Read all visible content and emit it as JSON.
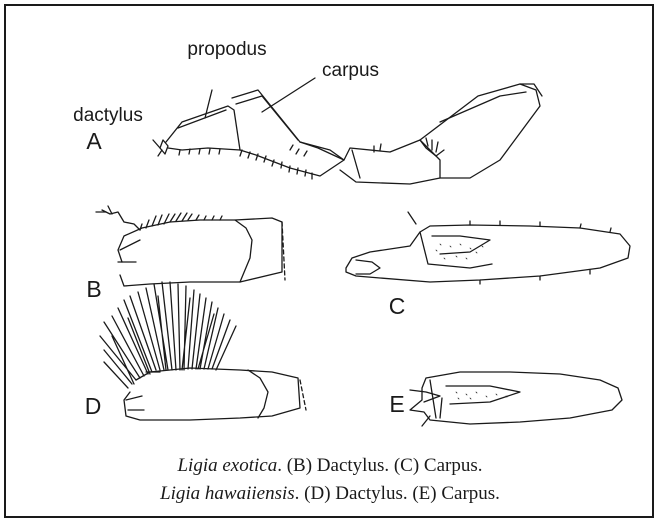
{
  "labels": {
    "dactylus": "dactylus",
    "propodus": "propodus",
    "carpus": "carpus",
    "A": "A",
    "B": "B",
    "C": "C",
    "D": "D",
    "E": "E"
  },
  "caption": {
    "line1_species": "Ligia exotica",
    "line1_rest": ". (B) Dactylus. (C) Carpus.",
    "line2_species": "Ligia hawaiiensis",
    "line2_rest": ". (D) Dactylus. (E) Carpus."
  }
}
